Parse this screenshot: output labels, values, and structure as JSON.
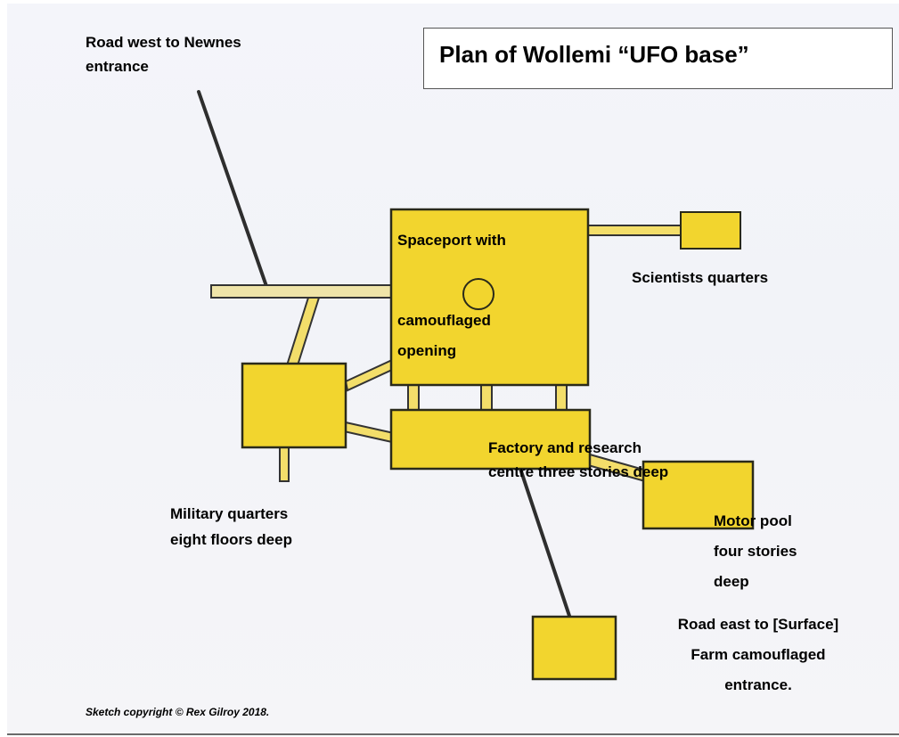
{
  "title": "Plan of Wollemi “UFO base”",
  "labels": {
    "road_west": [
      "Road west to Newnes",
      "entrance"
    ],
    "spaceport": [
      "Spaceport with",
      "camouflaged",
      "opening"
    ],
    "scientists": "Scientists quarters",
    "factory": [
      "Factory and research",
      "centre three stories deep"
    ],
    "military": [
      "Military quarters",
      "eight floors deep"
    ],
    "motor_pool": [
      "Motor pool",
      "four stories",
      "deep"
    ],
    "road_east": [
      "Road east to [Surface]",
      "Farm camouflaged",
      "entrance."
    ]
  },
  "credit": "Sketch copyright © Rex Gilroy 2018.",
  "colors": {
    "building_fill": "#f2d52e",
    "building_stroke": "#2a2a1a",
    "road_fill": "#f3de6a",
    "road_stroke": "#2a2a2a"
  }
}
